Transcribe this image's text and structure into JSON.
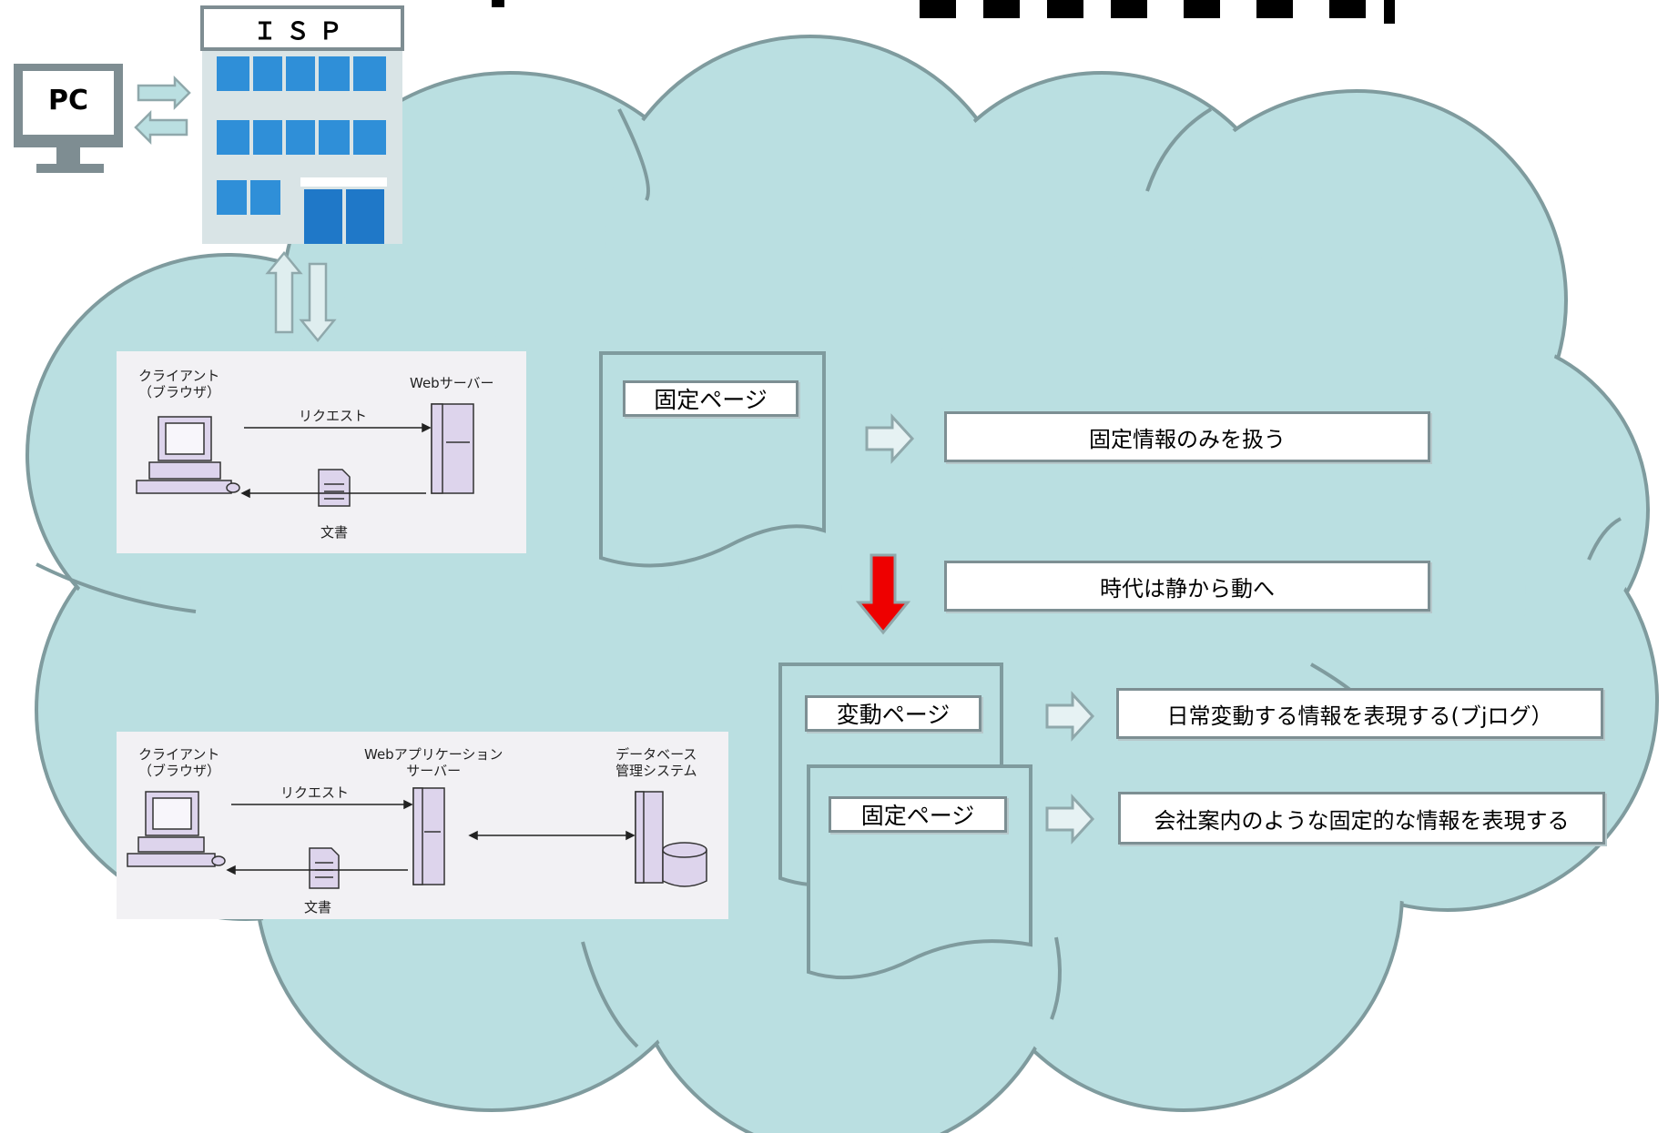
{
  "diagram": {
    "isp": {
      "label": "ＩＳＰ"
    },
    "pc": {
      "label": "PC"
    },
    "panel_static": {
      "client": "クライアント\n（ブラウザ）",
      "server": "Webサーバー",
      "request": "リクエスト",
      "document": "文書"
    },
    "panel_dynamic": {
      "client": "クライアント\n（ブラウザ）",
      "server": "Webアプリケーション\nサーバー",
      "db": "データベース\n管理システム",
      "request": "リクエスト",
      "document": "文書"
    },
    "static_page": {
      "label": "固定ページ",
      "description": "固定情報のみを扱う"
    },
    "transition": {
      "label": "時代は静から動へ"
    },
    "dynamic_page": {
      "label": "変動ページ",
      "description": "日常変動する情報を表現する(ブjログ）"
    },
    "fixed_page_2": {
      "label": "固定ページ",
      "description": "会社案内のような固定的な情報を表現する"
    }
  },
  "colors": {
    "cloud_fill": "#badfe1",
    "cloud_stroke": "#7f9b9e",
    "isp_blue": "#2f8fd8",
    "building": "#d9e4e6",
    "red_arrow": "#ee0000",
    "pc_frame": "#7e8d92"
  }
}
